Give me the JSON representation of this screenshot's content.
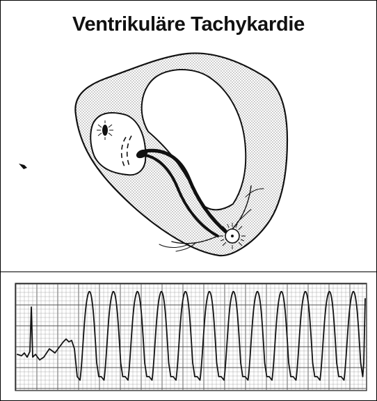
{
  "title": "Ventrikuläre Tachykardie",
  "colors": {
    "ink": "#111111",
    "background": "#ffffff",
    "stipple": "#555555",
    "grid_minor": "#9a9a9a",
    "grid_major": "#555555"
  },
  "icons": {
    "sa_node": "sinus-node-burst-icon",
    "ectopic_focus": "ventricular-focus-icon"
  },
  "ecg": {
    "rhythm": "ventricular tachycardia",
    "wide_complex_count": 12
  }
}
